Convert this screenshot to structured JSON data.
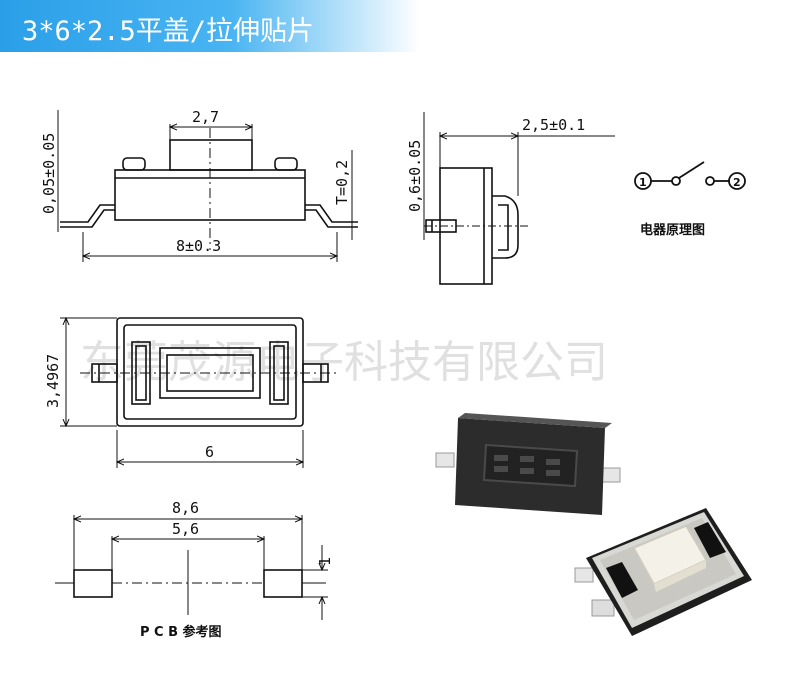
{
  "header": {
    "title": "3*6*2.5平盖/拉伸贴片"
  },
  "side_view": {
    "top_width": "2,7",
    "left_height": "0,05±0.05",
    "thickness": "T=0,2",
    "overall_width": "8±0.3"
  },
  "end_view": {
    "left_height": "0,6±0.05",
    "plunger_depth": "2,5±0.1"
  },
  "schematic": {
    "pin1": "1",
    "pin2": "2",
    "caption": "电器原理图"
  },
  "top_view": {
    "height": "3,4967",
    "width": "6"
  },
  "pcb": {
    "outer_width": "8,6",
    "inner_width": "5,6",
    "pad_height": "1",
    "caption": "P C B 参考图"
  },
  "watermark": "东莞茂源电子科技有限公司"
}
